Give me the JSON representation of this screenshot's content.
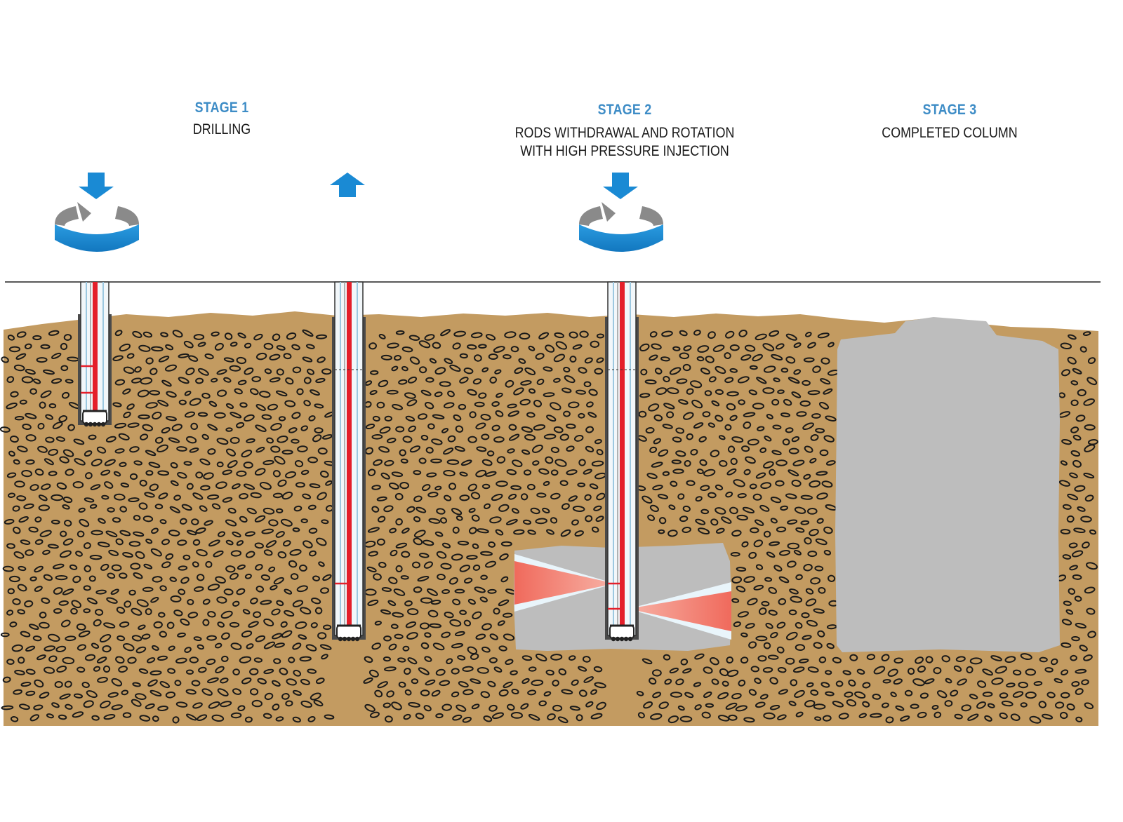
{
  "stages": [
    {
      "title": "STAGE 1",
      "desc": [
        "DRILLING"
      ]
    },
    {
      "title": "STAGE 2",
      "desc": [
        "RODS WITHDRAWAL AND ROTATION",
        "WITH HIGH PRESSURE INJECTION"
      ]
    },
    {
      "title": "STAGE 3",
      "desc": [
        "COMPLETED COLUMN"
      ]
    }
  ],
  "colors": {
    "soil": "#c39b61",
    "pebble_outline": "#1a1a1a",
    "column_grey": "#bdbdbd",
    "arrow_blue": "#1a8ad4",
    "rod_red": "#e41f2a",
    "jet_red": "#f4786a",
    "ground_line": "#222222"
  },
  "icons": [
    "down-arrow-icon",
    "up-arrow-icon",
    "rotation-icon"
  ]
}
